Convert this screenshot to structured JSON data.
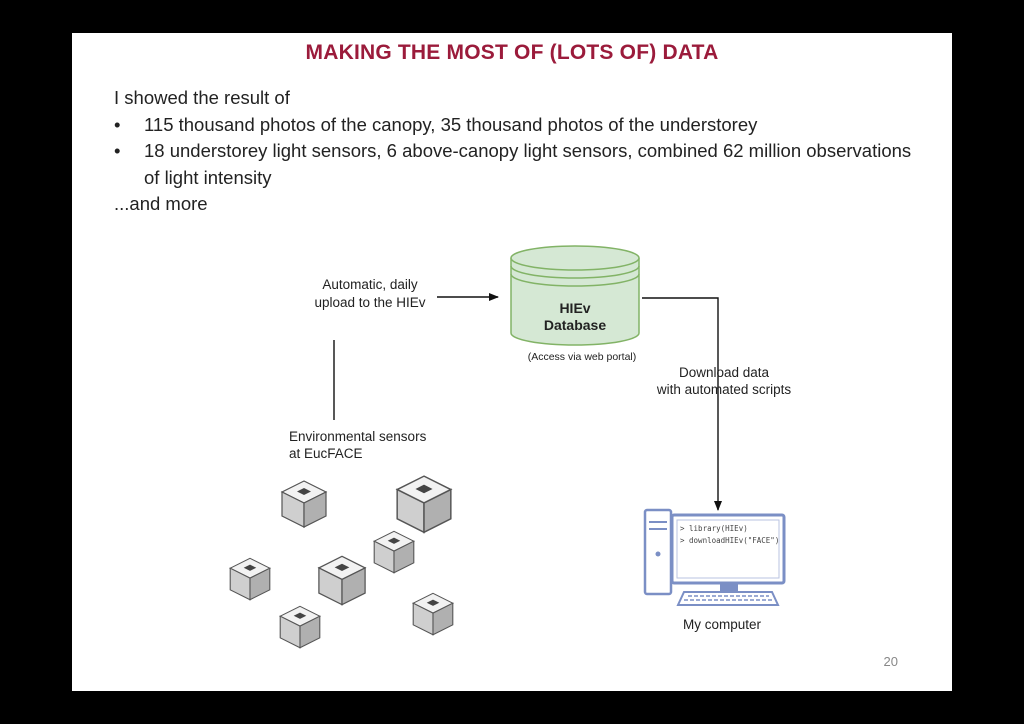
{
  "slide": {
    "title": "MAKING THE MOST OF (LOTS OF) DATA",
    "intro": "I showed the result of",
    "bullets": [
      "115 thousand photos of the canopy, 35 thousand photos of the understorey",
      "18 understorey light sensors, 6 above-canopy light sensors, combined 62 million observations of light intensity"
    ],
    "outro": "...and more",
    "page_number": "20",
    "title_color": "#9b1b3b"
  },
  "diagram": {
    "upload_label": [
      "Automatic, daily",
      "upload to the HIEv"
    ],
    "database_label": [
      "HIEv",
      "Database"
    ],
    "database_note": "(Access via web portal)",
    "download_label": [
      "Download data",
      "with automated scripts"
    ],
    "sensors_label": [
      "Environmental sensors",
      "at EucFACE"
    ],
    "computer_label": "My computer",
    "code_lines": [
      "> library(HIEv)",
      "> downloadHIEv(\"FACE\")"
    ],
    "database_fill": "#d5e8d4",
    "database_stroke": "#82b366",
    "computer_color": "#7b8fc5"
  }
}
